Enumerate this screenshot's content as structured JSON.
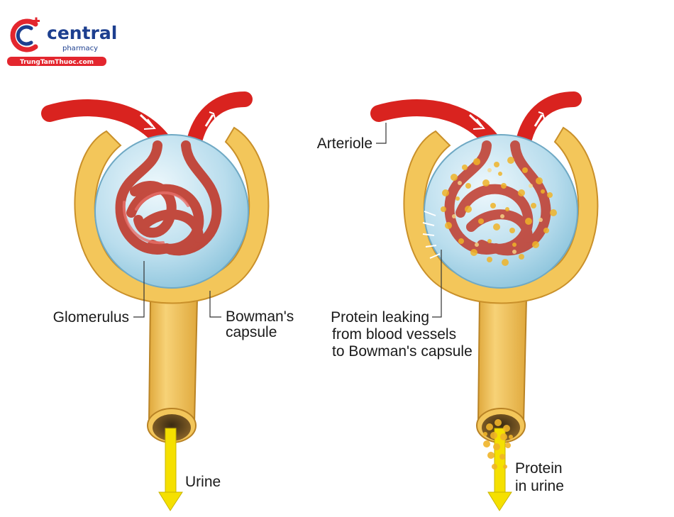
{
  "logo": {
    "name": "central",
    "sub": "pharmacy",
    "url": "TrungTamThuoc.com",
    "colors": {
      "red": "#e3262e",
      "blue": "#1d3f8f"
    }
  },
  "diagram": {
    "normal": {
      "glomerulus_label": "Glomerulus",
      "capsule_label_line1": "Bowman's",
      "capsule_label_line2": "capsule",
      "urine_label": "Urine"
    },
    "proteinuria": {
      "arteriole_label": "Arteriole",
      "leak_line1": "Protein leaking",
      "leak_line2": "from blood vessels",
      "leak_line3": "to Bowman's capsule",
      "protein_urine_line1": "Protein",
      "protein_urine_line2": "in urine"
    }
  },
  "colors": {
    "capsule": "#f3c65a",
    "capsule_outline": "#c9902a",
    "vessel": "#d9231f",
    "glomerulus": "#c0392b",
    "bulb": "#bfe2f0",
    "protein": "#f0b429",
    "urine_arrow": "#f5e000"
  }
}
